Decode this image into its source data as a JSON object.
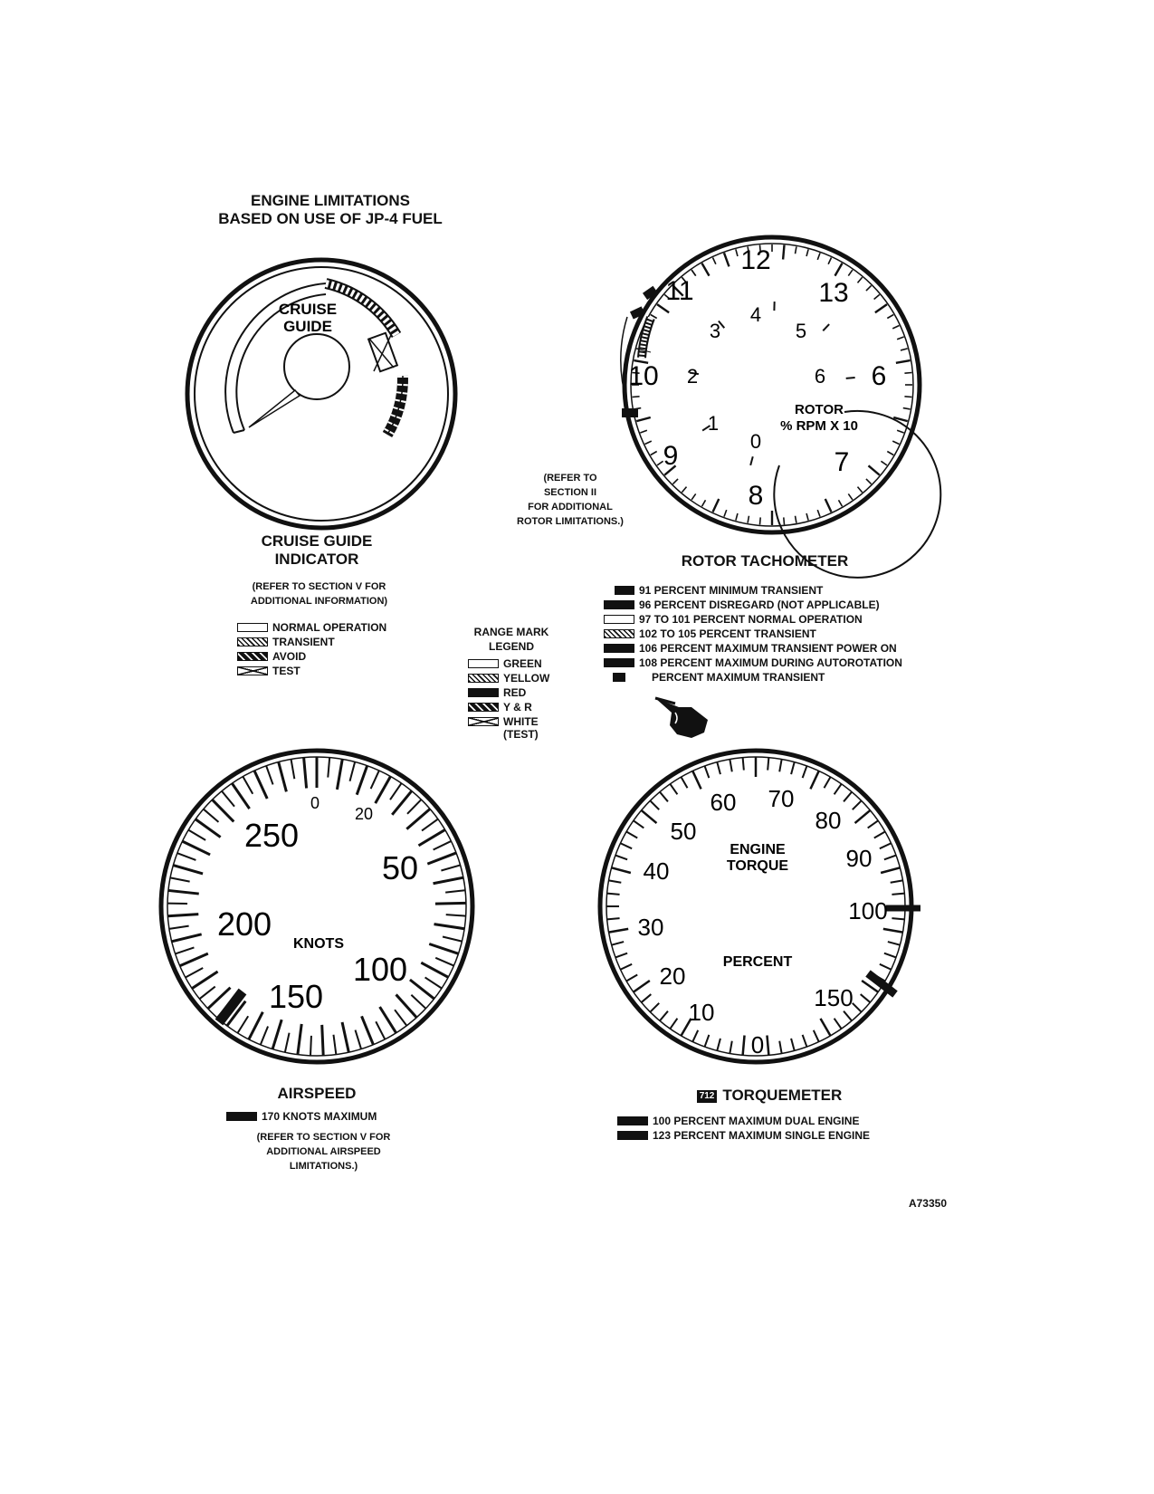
{
  "header": {
    "line1": "ENGINE LIMITATIONS",
    "line2": "BASED ON USE OF JP-4 FUEL"
  },
  "cruise_guide": {
    "dial_label_1": "CRUISE",
    "dial_label_2": "GUIDE",
    "title_1": "CRUISE GUIDE",
    "title_2": "INDICATOR",
    "note_1": "(REFER TO SECTION V FOR",
    "note_2": "ADDITIONAL INFORMATION)",
    "legend": [
      {
        "pattern": "normal",
        "label": "NORMAL OPERATION"
      },
      {
        "pattern": "transient",
        "label": "TRANSIENT"
      },
      {
        "pattern": "avoid",
        "label": "AVOID"
      },
      {
        "pattern": "test",
        "label": "TEST"
      }
    ]
  },
  "rotor_tach": {
    "outer_numbers": [
      "9",
      "10",
      "11",
      "12",
      "13",
      "6",
      "7",
      "8"
    ],
    "inner_numbers": [
      "0",
      "1",
      "2",
      "3",
      "4",
      "5",
      "6"
    ],
    "dial_label_1": "ROTOR",
    "dial_label_2": "% RPM X 10",
    "refer_1": "(REFER TO",
    "refer_2": "SECTION II",
    "refer_3": "FOR ADDITIONAL",
    "refer_4": "ROTOR LIMITATIONS.)",
    "title": "ROTOR TACHOMETER",
    "legend": [
      {
        "pattern": "red-small",
        "label": "91 PERCENT MINIMUM TRANSIENT"
      },
      {
        "pattern": "red",
        "label": "96 PERCENT DISREGARD (NOT APPLICABLE)"
      },
      {
        "pattern": "green",
        "label": "97 TO 101 PERCENT NORMAL OPERATION"
      },
      {
        "pattern": "yellow",
        "label": "102 TO 105 PERCENT TRANSIENT"
      },
      {
        "pattern": "red",
        "label": "106 PERCENT MAXIMUM TRANSIENT POWER ON"
      },
      {
        "pattern": "red",
        "label": "108 PERCENT MAXIMUM DURING AUTOROTATION"
      },
      {
        "pattern": "red-small",
        "label": "PERCENT MAXIMUM TRANSIENT"
      }
    ]
  },
  "range_legend": {
    "title_1": "RANGE MARK",
    "title_2": "LEGEND",
    "items": [
      {
        "pattern": "green",
        "label": "GREEN"
      },
      {
        "pattern": "yellow",
        "label": "YELLOW"
      },
      {
        "pattern": "red",
        "label": "RED"
      },
      {
        "pattern": "yr",
        "label": "Y & R"
      },
      {
        "pattern": "white",
        "label": "WHITE"
      }
    ],
    "white_sub": "(TEST)"
  },
  "airspeed": {
    "numbers": [
      "0",
      "20",
      "50",
      "100",
      "150",
      "200",
      "250"
    ],
    "dial_label": "KNOTS",
    "title": "AIRSPEED",
    "limit": "170 KNOTS MAXIMUM",
    "note_1": "(REFER TO SECTION V FOR",
    "note_2": "ADDITIONAL AIRSPEED",
    "note_3": "LIMITATIONS.)"
  },
  "torque": {
    "numbers": [
      "0",
      "10",
      "20",
      "30",
      "40",
      "50",
      "60",
      "70",
      "80",
      "90",
      "100",
      "150"
    ],
    "dial_label_1": "ENGINE",
    "dial_label_2": "TORQUE",
    "dial_label_3": "PERCENT",
    "badge": "712",
    "title": "TORQUEMETER",
    "legend": [
      {
        "pattern": "red",
        "label": "100 PERCENT MAXIMUM DUAL ENGINE"
      },
      {
        "pattern": "red",
        "label": "123 PERCENT MAXIMUM SINGLE ENGINE"
      }
    ]
  },
  "figure_id": "A73350",
  "icons": {
    "pointer": "pointing-hand-icon"
  }
}
